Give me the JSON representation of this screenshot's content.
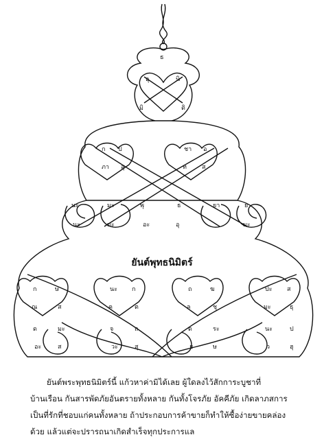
{
  "diagram": {
    "title": "ยันต์พุทธนิมิตร์",
    "caption_lines": [
      "ยันต์พระพุทธนิมิตร์นี้   แก้วหาค่ามิได้เลย   ผู้ใดลงไว้สักการะบูชาที่",
      "บ้านเรือน กันสารพัดภัยอันตรายทั้งหลาย กันทั้งโจรภัย อัคคีภัย เกิดลาภสการ",
      "เป็นที่รักที่ชอบแก่คนทั้งหลาย    ถ้าประกอบการค้าขายก็ทำให้ซื้อง่ายขายคล่อง",
      "ด้วย แล้วแต่จะปรารถนาเกิดสำเร็จทุกประการแล"
    ],
    "top_glyphs": [
      "ธ",
      "อุ",
      "นิ",
      "มิ",
      "ติ"
    ],
    "mid_glyphs": [
      "ก",
      "ป",
      "ภา",
      "สุ",
      "ชา",
      "อ",
      "ท",
      "ส"
    ],
    "lower_glyphs": [
      "นะ",
      "มะ",
      "พุ",
      "ธ",
      "ยา",
      "ย",
      "นะ",
      "มะ",
      "อะ",
      "อุ",
      "มะ"
    ],
    "base_glyphs": [
      "ก",
      "ษ",
      "ณ",
      "ส",
      "ด",
      "มะ",
      "อะ",
      "ส",
      "นะ",
      "ก",
      "ค",
      "ต",
      "จ",
      "ถ",
      "วะ",
      "สุ",
      "ถ",
      "ฆ",
      "ล",
      "ชุ",
      "ด",
      "ระ",
      "ย",
      "ษ",
      "ปะ",
      "ส",
      "มะ",
      "ธุ",
      "นะ",
      "ป",
      "ว",
      "ฮุ"
    ]
  }
}
